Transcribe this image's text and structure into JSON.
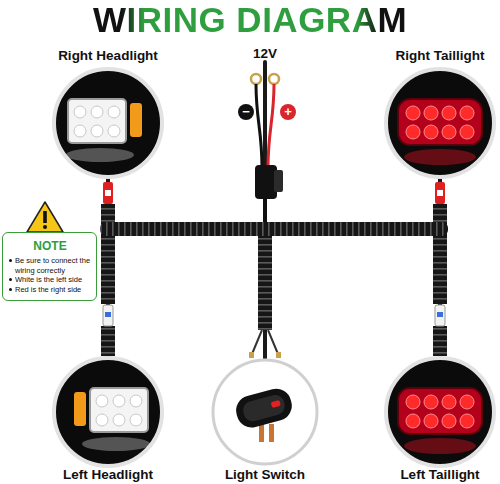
{
  "diagram": {
    "title": "WIRING DIAGRAM",
    "nodes": [
      {
        "text": [
          "Right Headlight"
        ]
      },
      {
        "text": [
          "12V"
        ]
      },
      {
        "text": [
          "Right Taillight"
        ]
      },
      {
        "text": [
          "NOTE",
          "Be sure to connect the wiring correctly",
          "White is the left side",
          "Red is the right side"
        ]
      },
      {
        "text": [
          "Left Headlight"
        ]
      },
      {
        "text": [
          "Light Switch"
        ]
      },
      {
        "text": [
          "Left Taillight"
        ]
      }
    ],
    "edges": [
      {
        "from": 0,
        "to": 2,
        "arrow": "none"
      },
      {
        "from": 0,
        "to": 4,
        "arrow": "none"
      },
      {
        "from": 2,
        "to": 6,
        "arrow": "none"
      },
      {
        "from": 1,
        "to": 5,
        "arrow": "none"
      }
    ],
    "labels": [
      "−",
      "+"
    ]
  }
}
